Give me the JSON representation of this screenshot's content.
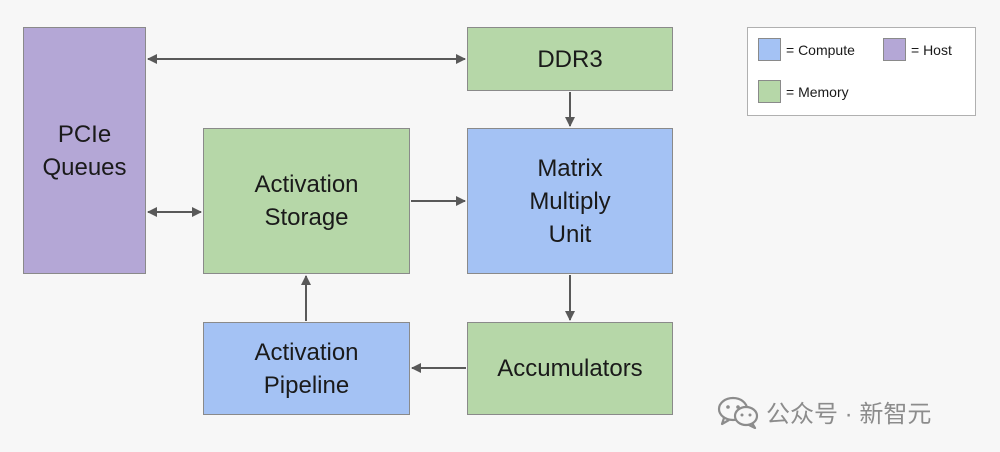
{
  "blocks": {
    "pcie": "PCIe\nQueues",
    "ddr3": "DDR3",
    "activation_storage": "Activation\nStorage",
    "matrix_multiply_unit": "Matrix\nMultiply\nUnit",
    "activation_pipeline": "Activation\nPipeline",
    "accumulators": "Accumulators"
  },
  "legend": {
    "compute": "= Compute",
    "host": "= Host",
    "memory": "= Memory"
  },
  "colors": {
    "compute": "#a4c2f4",
    "host": "#b4a7d6",
    "memory": "#b6d7a8",
    "arrow": "#595959"
  },
  "watermark": {
    "icon": "wechat-icon",
    "text": "公众号 · 新智元"
  }
}
